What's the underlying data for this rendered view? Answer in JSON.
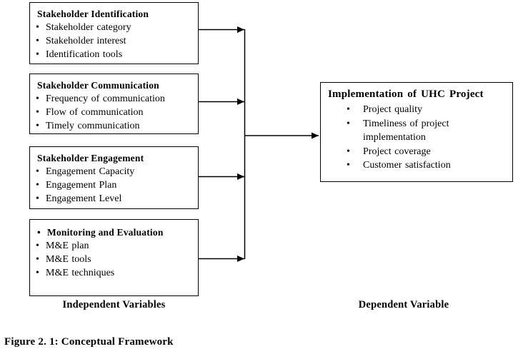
{
  "diagram": {
    "bullet": "•",
    "colors": {
      "line": "#000000",
      "text": "#000000",
      "box_border": "#000000",
      "box_background": "#ffffff",
      "page_background": "#ffffff"
    },
    "independent_boxes": [
      {
        "title": "Stakeholder Identification",
        "items": [
          "Stakeholder category",
          "Stakeholder interest",
          "Identification tools"
        ]
      },
      {
        "title": "Stakeholder Communication",
        "items": [
          "Frequency of communication",
          "Flow of communication",
          "Timely communication"
        ]
      },
      {
        "title": "Stakeholder Engagement",
        "items": [
          "Engagement Capacity",
          "Engagement Plan",
          "Engagement Level"
        ]
      },
      {
        "title": "Monitoring and Evaluation",
        "items": [
          "M&E plan",
          "M&E tools",
          "M&E techniques"
        ]
      }
    ],
    "dependent_box": {
      "title": "Implementation of UHC Project",
      "items": [
        "Project quality",
        "Timeliness of project implementation",
        "Project coverage",
        "Customer satisfaction"
      ]
    },
    "independent_label": "Independent Variables",
    "dependent_label": "Dependent Variable",
    "caption": "Figure 2. 1: Conceptual Framework"
  }
}
